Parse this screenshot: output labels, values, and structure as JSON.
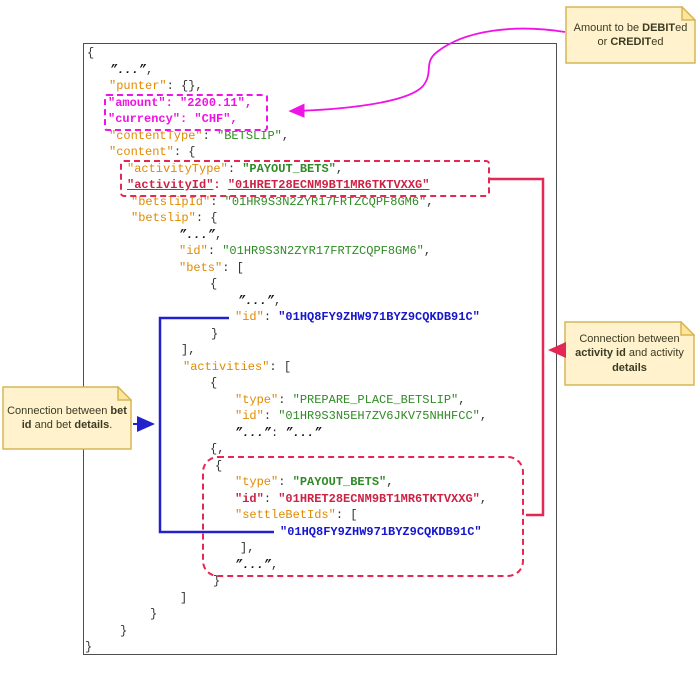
{
  "colors": {
    "key_orange": "#E08A00",
    "value_green": "#2F8B25",
    "id_red": "#CC2244",
    "id_blue": "#1616CE",
    "magenta": "#F012E6",
    "box_crimson": "#E52753",
    "connector_blue": "#2222CC",
    "connector_crimson": "#E52753",
    "connector_magenta": "#F012E6",
    "note_fill": "#FFF2CC",
    "note_fold": "#FFE599",
    "note_border": "#D6B656",
    "window_border": "#4d4d4d"
  },
  "notes": {
    "amount_note": {
      "parts": [
        {
          "t": "Amount to be "
        },
        {
          "t": "DEBIT",
          "b": true
        },
        {
          "t": "ed or "
        },
        {
          "t": "CREDIT",
          "b": true
        },
        {
          "t": "ed"
        }
      ]
    },
    "activity_note": {
      "parts": [
        {
          "t": "Connection between "
        },
        {
          "t": "activity id",
          "b": true
        },
        {
          "t": " and activity "
        },
        {
          "t": "details",
          "b": true
        }
      ]
    },
    "bet_note": {
      "parts": [
        {
          "t": "Connection between "
        },
        {
          "t": "bet id",
          "b": true
        },
        {
          "t": " and bet "
        },
        {
          "t": "details",
          "b": true
        },
        {
          "t": "."
        }
      ]
    }
  },
  "code": {
    "lines": [
      {
        "in": 4,
        "tok": [
          {
            "t": "{",
            "c": "pln"
          }
        ]
      },
      {
        "in": 27,
        "tok": [
          {
            "t": "”...”",
            "c": "ell"
          },
          {
            "t": ",",
            "c": "pln"
          }
        ]
      },
      {
        "in": 26,
        "tok": [
          {
            "t": "\"punter\"",
            "c": "key"
          },
          {
            "t": ": {},",
            "c": "pln"
          }
        ]
      },
      {
        "in": 25,
        "tok": [
          {
            "t": "\"amount\": \"2200.11\",",
            "c": "mag"
          }
        ]
      },
      {
        "in": 25,
        "tok": [
          {
            "t": "\"currency\": \"CHF\",",
            "c": "mag"
          }
        ]
      },
      {
        "in": 26,
        "tok": [
          {
            "t": "\"contentType\"",
            "c": "key"
          },
          {
            "t": ": ",
            "c": "pln"
          },
          {
            "t": "\"BETSLIP\"",
            "c": "grn"
          },
          {
            "t": ",",
            "c": "pln"
          }
        ]
      },
      {
        "in": 26,
        "tok": [
          {
            "t": "\"content\"",
            "c": "key"
          },
          {
            "t": ": {",
            "c": "pln"
          }
        ]
      },
      {
        "in": 44,
        "tok": [
          {
            "t": "\"activityType\"",
            "c": "key"
          },
          {
            "t": ": ",
            "c": "pln"
          },
          {
            "t": "\"PAYOUT_BETS\"",
            "c": "grnb"
          },
          {
            "t": ",",
            "c": "pln"
          }
        ]
      },
      {
        "in": 44,
        "tok": [
          {
            "t": "\"activityId\"",
            "c": "redu"
          },
          {
            "t": ": ",
            "c": "red"
          },
          {
            "t": "\"01HRET28ECNM9BT1MR6TKTVXXG\"",
            "c": "redu"
          }
        ]
      },
      {
        "in": 48,
        "tok": [
          {
            "t": "\"betslipId\"",
            "c": "key"
          },
          {
            "t": ": ",
            "c": "pln"
          },
          {
            "t": "\"01HR9S3N2ZYR17FRTZCQPF8GM6\"",
            "c": "grn"
          },
          {
            "t": ",",
            "c": "pln"
          }
        ]
      },
      {
        "in": 48,
        "tok": [
          {
            "t": "\"betslip\"",
            "c": "key"
          },
          {
            "t": ": {",
            "c": "pln"
          }
        ]
      },
      {
        "in": 96,
        "tok": [
          {
            "t": "”...”",
            "c": "ell"
          },
          {
            "t": ",",
            "c": "pln"
          }
        ]
      },
      {
        "in": 96,
        "tok": [
          {
            "t": "\"id\"",
            "c": "key"
          },
          {
            "t": ": ",
            "c": "pln"
          },
          {
            "t": "\"01HR9S3N2ZYR17FRTZCQPF8GM6\"",
            "c": "grn"
          },
          {
            "t": ",",
            "c": "pln"
          }
        ]
      },
      {
        "in": 96,
        "tok": [
          {
            "t": "\"bets\"",
            "c": "key"
          },
          {
            "t": ": [",
            "c": "pln"
          }
        ]
      },
      {
        "in": 127,
        "tok": [
          {
            "t": "{",
            "c": "pln"
          }
        ]
      },
      {
        "in": 155,
        "tok": [
          {
            "t": "”...”",
            "c": "ell"
          },
          {
            "t": ",",
            "c": "pln"
          }
        ]
      },
      {
        "in": 152,
        "tok": [
          {
            "t": "\"id\"",
            "c": "key"
          },
          {
            "t": ": ",
            "c": "pln"
          },
          {
            "t": "\"01HQ8FY9ZHW971BYZ9CQKDB91C\"",
            "c": "blub"
          }
        ]
      },
      {
        "in": 128,
        "tok": [
          {
            "t": "}",
            "c": "pln"
          }
        ]
      },
      {
        "in": 98,
        "tok": [
          {
            "t": "],",
            "c": "pln"
          }
        ]
      },
      {
        "in": 100,
        "tok": [
          {
            "t": "\"activities\"",
            "c": "key"
          },
          {
            "t": ": [",
            "c": "pln"
          }
        ]
      },
      {
        "in": 127,
        "tok": [
          {
            "t": "{",
            "c": "pln"
          }
        ]
      },
      {
        "in": 152,
        "tok": [
          {
            "t": "\"type\"",
            "c": "key"
          },
          {
            "t": ": ",
            "c": "pln"
          },
          {
            "t": "\"PREPARE_PLACE_BETSLIP\"",
            "c": "grn"
          },
          {
            "t": ",",
            "c": "pln"
          }
        ]
      },
      {
        "in": 152,
        "tok": [
          {
            "t": "\"id\"",
            "c": "key"
          },
          {
            "t": ": ",
            "c": "pln"
          },
          {
            "t": "\"01HR9S3N5EH7ZV6JKV75NHHFCC\"",
            "c": "grn"
          },
          {
            "t": ",",
            "c": "pln"
          }
        ]
      },
      {
        "in": 152,
        "tok": [
          {
            "t": "”...”",
            "c": "ell"
          },
          {
            "t": ": ",
            "c": "pln"
          },
          {
            "t": "”...”",
            "c": "ell"
          }
        ]
      },
      {
        "in": 127,
        "tok": [
          {
            "t": "{,",
            "c": "pln"
          }
        ]
      },
      {
        "in": 132,
        "tok": [
          {
            "t": "{",
            "c": "pln"
          }
        ]
      },
      {
        "in": 152,
        "tok": [
          {
            "t": "\"type\"",
            "c": "key"
          },
          {
            "t": ": ",
            "c": "pln"
          },
          {
            "t": "\"PAYOUT_BETS\"",
            "c": "grnb"
          },
          {
            "t": ",",
            "c": "pln"
          }
        ]
      },
      {
        "in": 152,
        "tok": [
          {
            "t": "\"id\"",
            "c": "redb"
          },
          {
            "t": ": ",
            "c": "pln"
          },
          {
            "t": "\"01HRET28ECNM9BT1MR6TKTVXXG\"",
            "c": "redb"
          },
          {
            "t": ",",
            "c": "pln"
          }
        ]
      },
      {
        "in": 152,
        "tok": [
          {
            "t": "\"settleBetIds\"",
            "c": "key"
          },
          {
            "t": ": [",
            "c": "pln"
          }
        ]
      },
      {
        "in": 197,
        "tok": [
          {
            "t": "\"01HQ8FY9ZHW971BYZ9CQKDB91C\"",
            "c": "blub"
          }
        ]
      },
      {
        "in": 157,
        "tok": [
          {
            "t": "],",
            "c": "pln"
          }
        ]
      },
      {
        "in": 152,
        "tok": [
          {
            "t": "”...”",
            "c": "ell"
          },
          {
            "t": ",",
            "c": "pln"
          }
        ]
      },
      {
        "in": 130,
        "tok": [
          {
            "t": "}",
            "c": "pln"
          }
        ]
      },
      {
        "in": 97,
        "tok": [
          {
            "t": "]",
            "c": "pln"
          }
        ]
      },
      {
        "in": 67,
        "tok": [
          {
            "t": "}",
            "c": "pln"
          }
        ]
      },
      {
        "in": 37,
        "tok": [
          {
            "t": "}",
            "c": "pln"
          }
        ]
      },
      {
        "in": 2,
        "tok": [
          {
            "t": "}",
            "c": "pln"
          }
        ]
      }
    ]
  }
}
